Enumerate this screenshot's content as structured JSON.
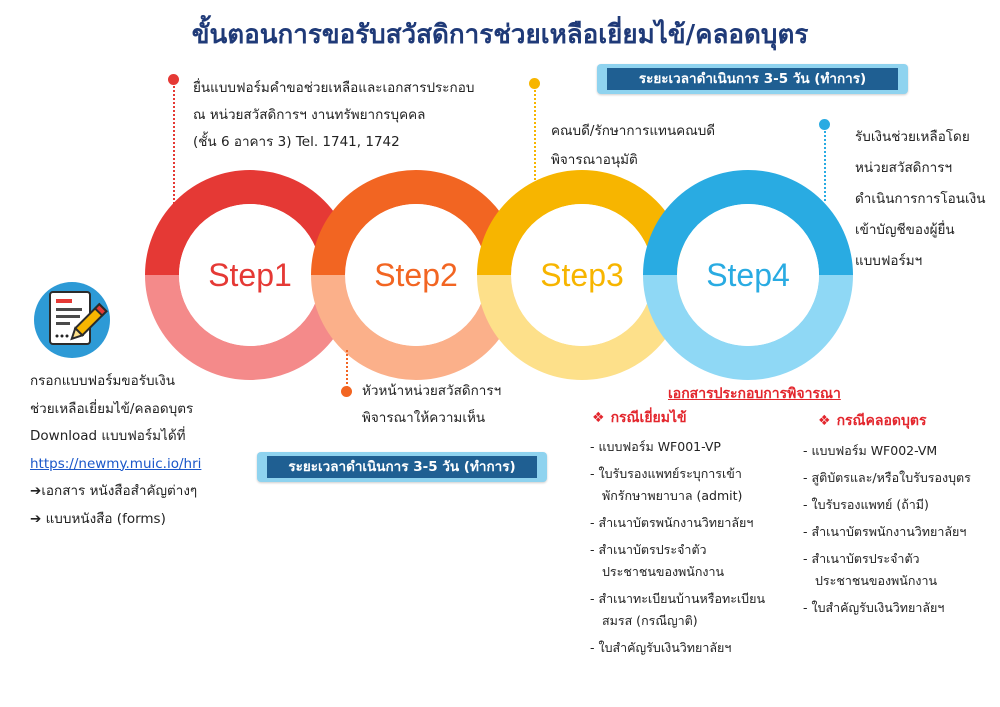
{
  "title": "ขั้นตอนการขอรับสวัสดิการช่วยเหลือเยี่ยมไข้/คลอดบุตร",
  "period_label": "ระยะเวลาดำเนินการ 3-5 วัน (ทำการ)",
  "steps": [
    {
      "label": "Step1",
      "color": "#e53935",
      "light": "#f48a8a"
    },
    {
      "label": "Step2",
      "color": "#f26522",
      "light": "#fbb08a"
    },
    {
      "label": "Step3",
      "color": "#f7b500",
      "light": "#fde08a"
    },
    {
      "label": "Step4",
      "color": "#29abe2",
      "light": "#8fd8f5"
    }
  ],
  "step1_desc": [
    "ยื่นแบบฟอร์มคำขอช่วยเหลือและเอกสารประกอบ",
    "ณ หน่วยสวัสดิการฯ งานทรัพยากรบุคคล",
    "(ชั้น 6 อาคาร 3) Tel. 1741, 1742"
  ],
  "step2_desc": [
    "หัวหน้าหน่วยสวัสดิการฯ",
    "พิจารณาให้ความเห็น"
  ],
  "step3_desc": [
    "คณบดี/รักษาการแทนคณบดี",
    "พิจารณาอนุมัติ"
  ],
  "step4_desc": [
    "รับเงินช่วยเหลือโดย",
    "หน่วยสวัสดิการฯ",
    "ดำเนินการการโอนเงิน",
    "เข้าบัญชีของผู้ยื่น",
    "แบบฟอร์มฯ"
  ],
  "form_info": {
    "icon": "form-document-pen-icon",
    "lines": [
      "กรอกแบบฟอร์มขอรับเงิน",
      "ช่วยเหลือเยี่ยมไข้/คลอดบุตร",
      "Download แบบฟอร์มได้ที่"
    ],
    "link": "https://newmy.muic.io/hri",
    "ref1": "เอกสาร หนังสือสำคัญต่างๆ",
    "ref2": "แบบหนังสือ (forms)"
  },
  "documents": {
    "heading": "เอกสารประกอบการพิจารณา",
    "visit": {
      "title": "กรณีเยี่ยมไข้",
      "items": [
        "แบบฟอร์ม WF001-VP",
        "ใบรับรองแพทย์ระบุการเข้า\nพักรักษาพยาบาล (admit)",
        "สำเนาบัตรพนักงานวิทยาลัยฯ",
        "สำเนาบัตรประจำตัว\nประชาชนของพนักงาน",
        "สำเนาทะเบียนบ้านหรือทะเบียน\nสมรส (กรณีญาติ)",
        "ใบสำคัญรับเงินวิทยาลัยฯ"
      ]
    },
    "birth": {
      "title": "กรณีคลอดบุตร",
      "items": [
        "แบบฟอร์ม WF002-VM",
        "สูติบัตรและ/หรือใบรับรองบุตร",
        "ใบรับรองแพทย์ (ถ้ามี)",
        "สำเนาบัตรพนักงานวิทยาลัยฯ",
        "สำเนาบัตรประจำตัว\nประชาชนของพนักงาน",
        "ใบสำคัญรับเงินวิทยาลัยฯ"
      ]
    }
  }
}
